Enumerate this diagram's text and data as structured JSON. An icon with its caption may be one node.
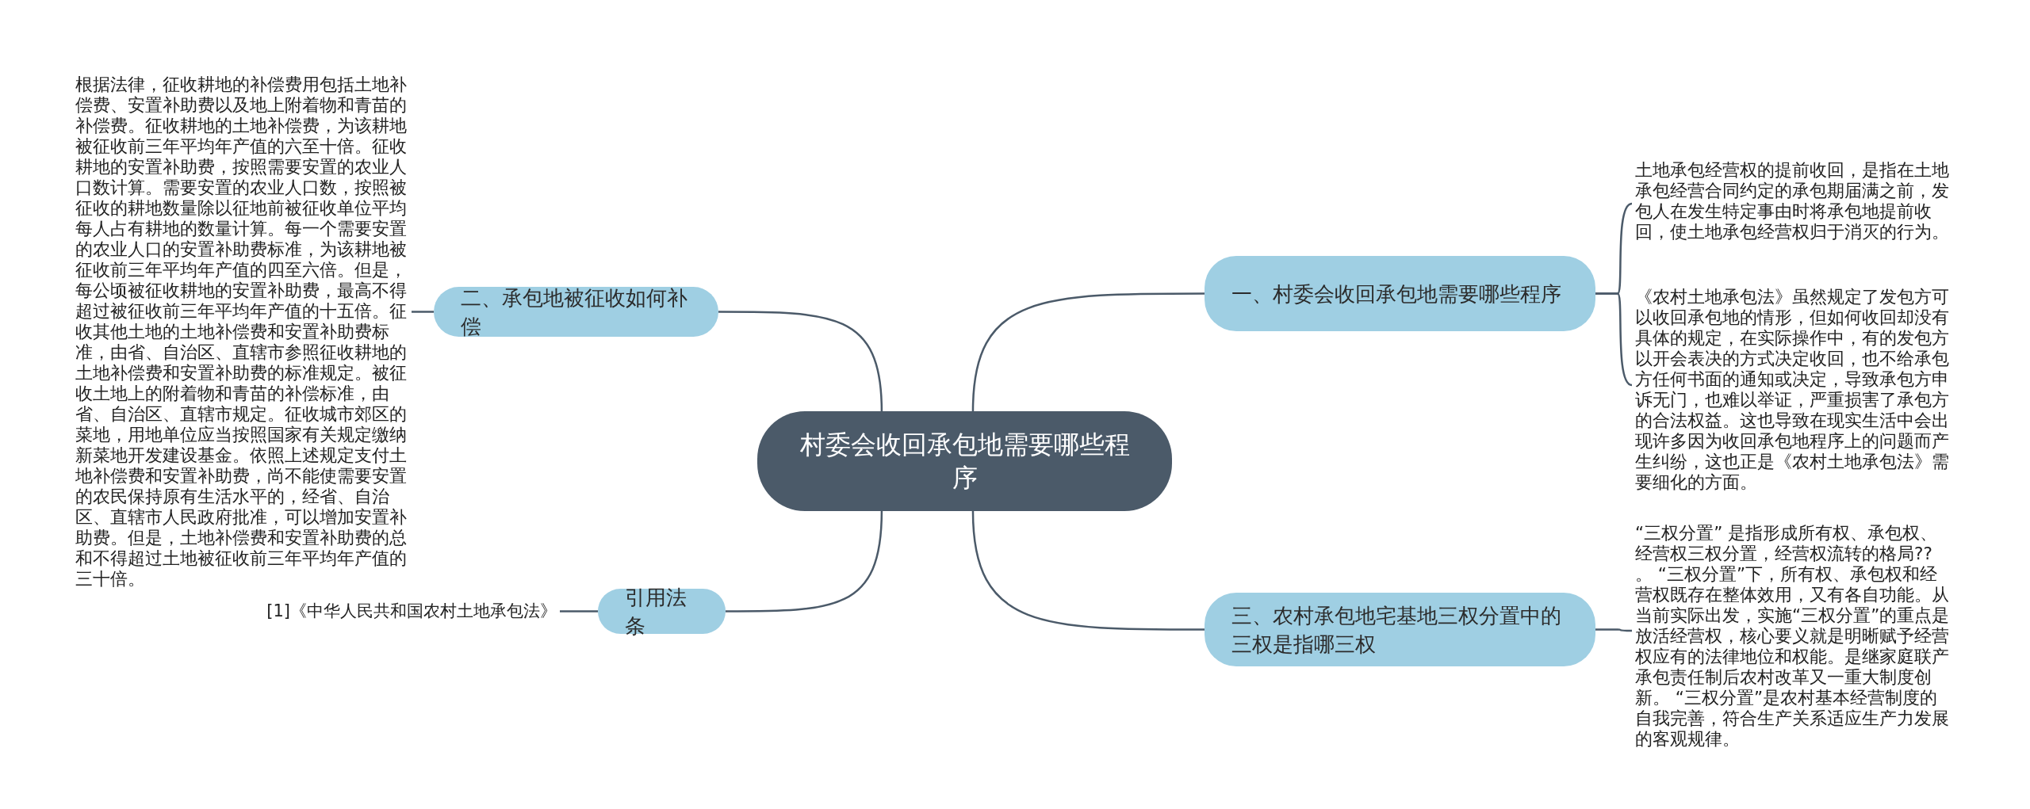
{
  "diagram": {
    "nodes": [
      {
        "text": [
          "村委会收回承包地需要哪些程序"
        ]
      },
      {
        "text": [
          "一、村委会收回承包地需要哪些程序"
        ]
      },
      {
        "text": [
          "土地承包经营权的提前收回，是指在土地承包经营合同约定的承包期届满之前，发包人在发生特定事由时将承包地提前收回，使土地承包经营权归于消灭的行为。"
        ]
      },
      {
        "text": [
          "《农村土地承包法》虽然规定了发包方可以收回承包地的情形，但如何收回却没有具体的规定，在实际操作中，有的发包方以开会表决的方式决定收回，也不给承包方任何书面的通知或决定，导致承包方申诉无门，也难以举证，严重损害了承包方的合法权益。这也导致在现实生活中会出现许多因为收回承包地程序上的问题而产生纠纷，这也正是《农村土地承包法》需要细化的方面。"
        ]
      },
      {
        "text": [
          "二、承包地被征收如何补偿"
        ]
      },
      {
        "text": [
          "根据法律，征收耕地的补偿费用包括土地补偿费、安置补助费以及地上附着物和青苗的补偿费。征收耕地的土地补偿费，为该耕地被征收前三年平均年产值的六至十倍。征收耕地的安置补助费，按照需要安置的农业人口数计算。需要安置的农业人口数，按照被征收的耕地数量除以征地前被征收单位平均每人占有耕地的数量计算。每一个需要安置的农业人口的安置补助费标准，为该耕地被征收前三年平均年产值的四至六倍。但是，每公顷被征收耕地的安置补助费，最高不得超过被征收前三年平均年产值的十五倍。征收其他土地的土地补偿费和安置补助费标准，由省、自治区、直辖市参照征收耕地的土地补偿费和安置补助费的标准规定。被征收土地上的附着物和青苗的补偿标准，由省、自治区、直辖市规定。征收城市郊区的菜地，用地单位应当按照国家有关规定缴纳新菜地开发建设基金。依照上述规定支付土地补偿费和安置补助费，尚不能使需要安置的农民保持原有生活水平的，经省、自治区、直辖市人民政府批准，可以增加安置补助费。但是，土地补偿费和安置补助费的总和不得超过土地被征收前三年平均年产值的三十倍。"
        ]
      },
      {
        "text": [
          "三、农村承包地宅基地三权分置中的三权是指哪三权"
        ]
      },
      {
        "text": [
          " “三权分置” 是指形成所有权、承包权、经营权三权分置，经营权流转的格局?? 。 “三权分置”下，所有权、承包权和经营权既存在整体效用，又有各自功能。从当前实际出发，实施“三权分置”的重点是放活经营权，核心要义就是明晰赋予经营权应有的法律地位和权能。是继家庭联产承包责任制后农村改革又一重大制度创新。 “三权分置”是农村基本经营制度的自我完善，符合生产关系适应生产力发展的客观规律。"
        ]
      },
      {
        "text": [
          "引用法条"
        ]
      },
      {
        "text": [
          "[1]《中华人民共和国农村土地承包法》"
        ]
      }
    ],
    "edges": [
      {
        "from": 0,
        "to": 1,
        "arrow": "none"
      },
      {
        "from": 1,
        "to": 2,
        "arrow": "none"
      },
      {
        "from": 1,
        "to": 3,
        "arrow": "none"
      },
      {
        "from": 0,
        "to": 4,
        "arrow": "none"
      },
      {
        "from": 4,
        "to": 5,
        "arrow": "none"
      },
      {
        "from": 0,
        "to": 6,
        "arrow": "none"
      },
      {
        "from": 6,
        "to": 7,
        "arrow": "none"
      },
      {
        "from": 0,
        "to": 8,
        "arrow": "none"
      },
      {
        "from": 8,
        "to": 9,
        "arrow": "none"
      }
    ]
  }
}
